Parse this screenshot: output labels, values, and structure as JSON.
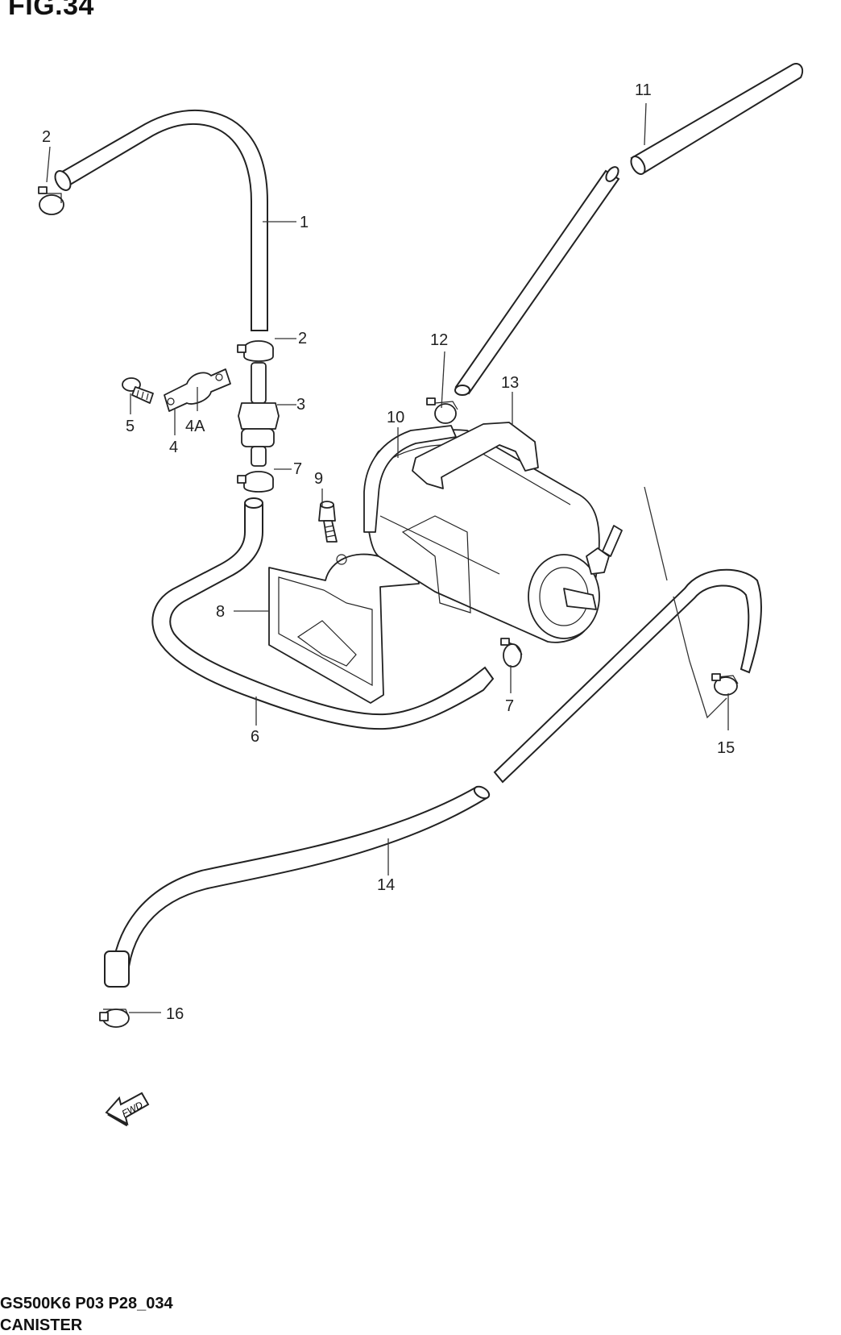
{
  "title": "FIG.34",
  "footer": {
    "code": "GS500K6 P03 P28_034",
    "name": "CANISTER"
  },
  "fwd_label": "FWD",
  "callouts": {
    "c1": "1",
    "c2a": "2",
    "c2b": "2",
    "c3": "3",
    "c4": "4",
    "c4a": "4A",
    "c5": "5",
    "c6": "6",
    "c7a": "7",
    "c7b": "7",
    "c8": "8",
    "c9": "9",
    "c10": "10",
    "c11": "11",
    "c12": "12",
    "c13": "13",
    "c14": "14",
    "c15": "15",
    "c16": "16"
  }
}
